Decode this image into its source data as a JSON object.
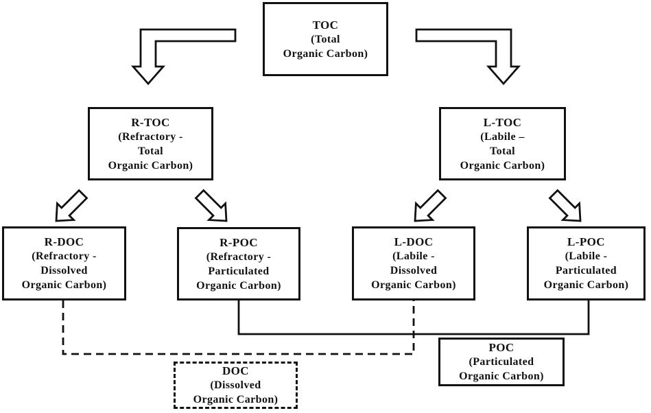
{
  "page": {
    "background": "#ffffff",
    "line_color": "#111111",
    "text_color": "#111111",
    "title": "TOC fractionation diagram"
  },
  "boxes": {
    "toc": {
      "acronym": "TOC",
      "desc": "(Total\nOrganic Carbon)"
    },
    "rtoc": {
      "acronym": "R-TOC",
      "desc": "(Refractory -\nTotal\nOrganic Carbon)"
    },
    "ltoc": {
      "acronym": "L-TOC",
      "desc": "(Labile –\nTotal\nOrganic Carbon)"
    },
    "rdoc": {
      "acronym": "R-DOC",
      "desc": "(Refractory -\nDissolved\nOrganic Carbon)"
    },
    "rpoc": {
      "acronym": "R-POC",
      "desc": "(Refractory -\nParticulated\nOrganic Carbon)"
    },
    "ldoc": {
      "acronym": "L-DOC",
      "desc": "(Labile -\nDissolved\nOrganic Carbon)"
    },
    "lpoc": {
      "acronym": "L-POC",
      "desc": "(Labile -\nParticulated\nOrganic Carbon)"
    },
    "poc": {
      "acronym": "POC",
      "desc": "(Particulated\nOrganic Carbon)"
    },
    "doc": {
      "acronym": "DOC",
      "desc": "(Dissolved\nOrganic Carbon)"
    }
  }
}
